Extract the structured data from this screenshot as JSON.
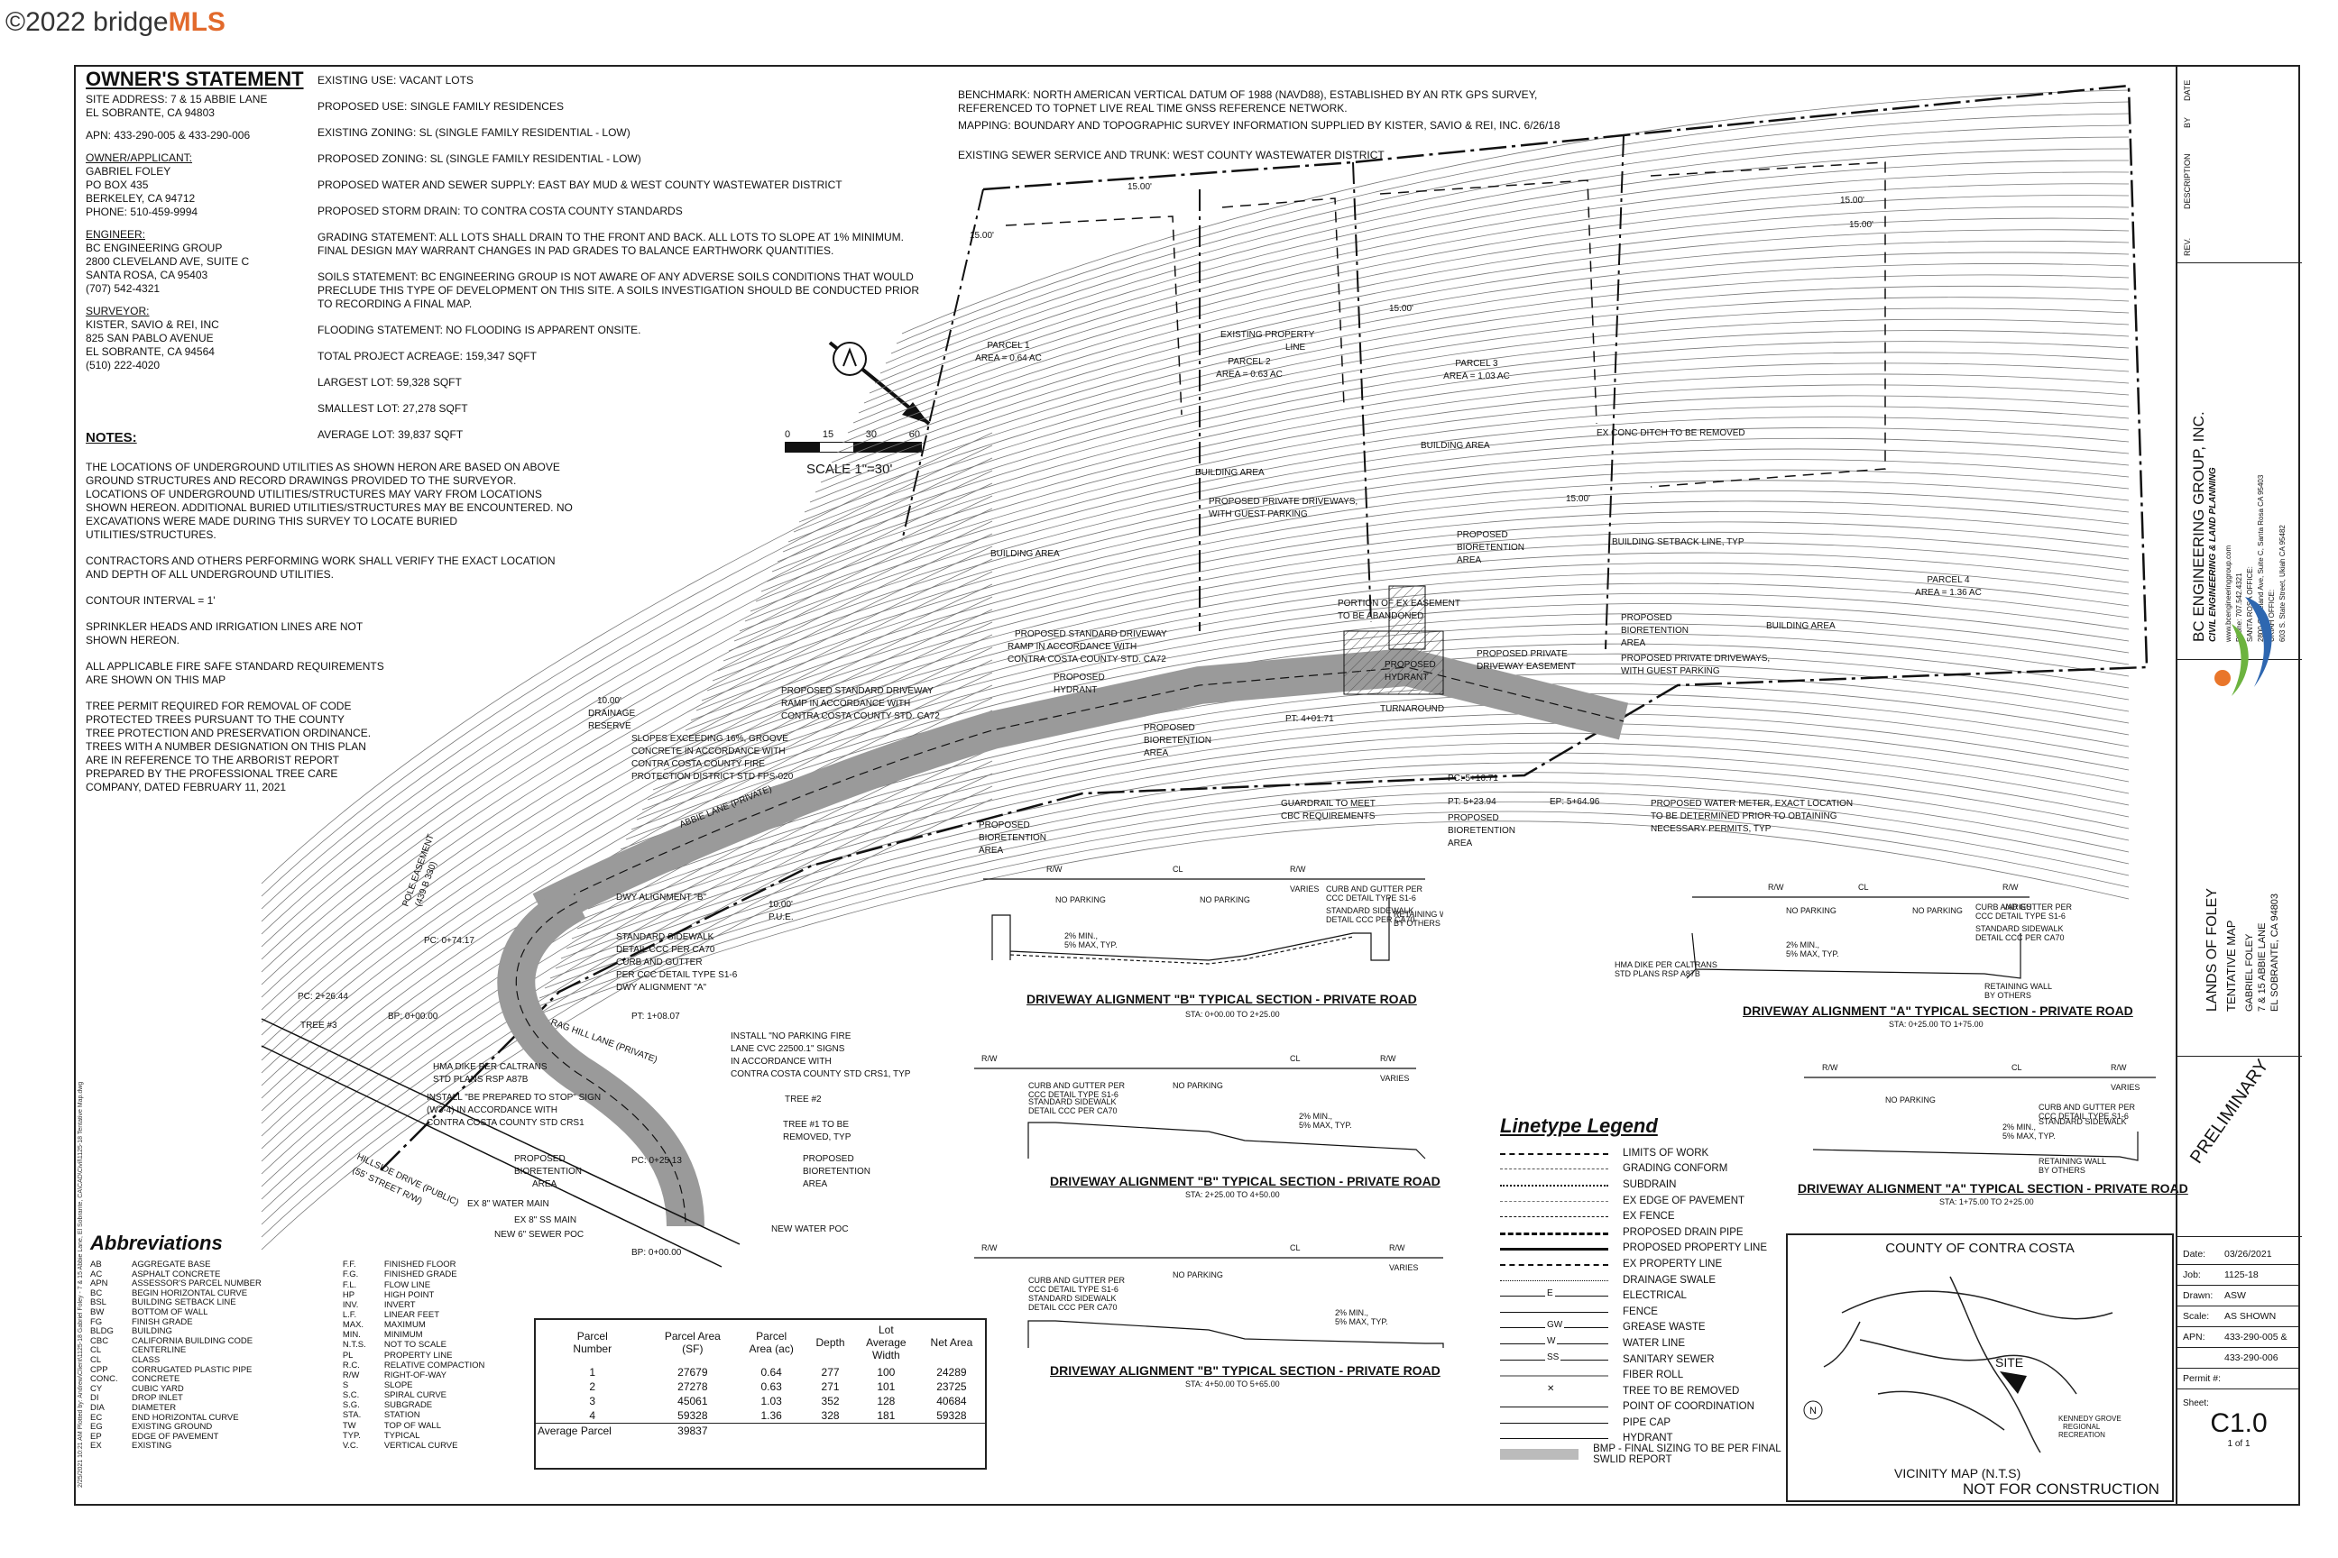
{
  "watermark": {
    "prefix": "©2022 bridge",
    "brand": "MLS"
  },
  "owners_statement": {
    "title": "OWNER'S STATEMENT",
    "site_address": [
      "SITE ADDRESS: 7 & 15 ABBIE LANE",
      "EL SOBRANTE, CA 94803"
    ],
    "apn": "APN: 433-290-005 & 433-290-006",
    "owner_label": "OWNER/APPLICANT:",
    "owner": [
      "GABRIEL FOLEY",
      "PO BOX 435",
      "BERKELEY, CA 94712",
      "PHONE: 510-459-9994"
    ],
    "engineer_label": "ENGINEER:",
    "engineer": [
      "BC ENGINEERING GROUP",
      "2800 CLEVELAND AVE, SUITE C",
      "SANTA ROSA, CA 95403",
      "(707) 542-4321"
    ],
    "surveyor_label": "SURVEYOR:",
    "surveyor": [
      "KISTER, SAVIO & REI, INC",
      "825 SAN PABLO AVENUE",
      "EL SOBRANTE, CA 94564",
      "(510) 222-4020"
    ]
  },
  "project_info": [
    "EXISTING USE: VACANT LOTS",
    "PROPOSED USE: SINGLE FAMILY RESIDENCES",
    "EXISTING ZONING: SL (SINGLE FAMILY RESIDENTIAL - LOW)",
    "PROPOSED ZONING: SL (SINGLE FAMILY RESIDENTIAL - LOW)",
    "PROPOSED WATER AND SEWER SUPPLY: EAST BAY MUD & WEST COUNTY WASTEWATER DISTRICT",
    "PROPOSED STORM DRAIN: TO CONTRA COSTA COUNTY STANDARDS",
    "GRADING STATEMENT: ALL LOTS SHALL DRAIN TO THE FRONT AND BACK. ALL LOTS TO SLOPE AT 1% MINIMUM. FINAL DESIGN MAY WARRANT CHANGES IN PAD GRADES TO BALANCE EARTHWORK QUANTITIES.",
    "SOILS STATEMENT: BC ENGINEERING GROUP IS NOT AWARE OF ANY ADVERSE SOILS CONDITIONS THAT WOULD PRECLUDE THIS TYPE OF DEVELOPMENT ON THIS SITE. A SOILS INVESTIGATION SHOULD BE CONDUCTED PRIOR TO RECORDING A FINAL MAP.",
    "FLOODING STATEMENT: NO FLOODING IS APPARENT ONSITE.",
    "TOTAL PROJECT ACREAGE: 159,347 SQFT",
    "LARGEST LOT: 59,328 SQFT",
    "SMALLEST LOT: 27,278 SQFT",
    "AVERAGE LOT: 39,837 SQFT"
  ],
  "benchmark": [
    "BENCHMARK: NORTH AMERICAN VERTICAL DATUM OF 1988 (NAVD88), ESTABLISHED BY AN RTK GPS SURVEY, REFERENCED TO TOPNET LIVE REAL TIME GNSS REFERENCE NETWORK.",
    "MAPPING: BOUNDARY AND TOPOGRAPHIC SURVEY INFORMATION SUPPLIED BY KISTER, SAVIO & REI, INC. 6/26/18",
    "EXISTING SEWER SERVICE AND TRUNK: WEST COUNTY WASTEWATER DISTRICT"
  ],
  "notes": {
    "title": "NOTES:",
    "items": [
      "THE LOCATIONS OF UNDERGROUND UTILITIES AS SHOWN HERON ARE BASED ON ABOVE GROUND STRUCTURES AND RECORD DRAWINGS PROVIDED TO THE SURVEYOR. LOCATIONS OF UNDERGROUND UTILITIES/STRUCTURES MAY VARY FROM LOCATIONS SHOWN HEREON. ADDITIONAL BURIED UTILITIES/STRUCTURES MAY BE ENCOUNTERED. NO EXCAVATIONS WERE MADE DURING THIS SURVEY TO LOCATE BURIED UTILITIES/STRUCTURES.",
      "CONTRACTORS AND OTHERS PERFORMING WORK SHALL VERIFY THE EXACT LOCATION AND DEPTH OF ALL UNDERGROUND UTILITIES.",
      "CONTOUR INTERVAL = 1'",
      "SPRINKLER HEADS AND IRRIGATION LINES ARE NOT SHOWN HEREON.",
      "ALL APPLICABLE FIRE SAFE STANDARD REQUIREMENTS ARE SHOWN ON THIS MAP",
      "TREE PERMIT REQUIRED FOR REMOVAL OF CODE PROTECTED TREES PURSUANT TO THE COUNTY TREE PROTECTION AND PRESERVATION ORDINANCE. TREES WITH A NUMBER DESIGNATION ON THIS PLAN ARE IN REFERENCE TO THE ARBORIST REPORT PREPARED BY THE PROFESSIONAL TREE CARE COMPANY, DATED FEBRUARY 11, 2021"
    ]
  },
  "scale": {
    "ticks": [
      "0",
      "15",
      "30",
      "60"
    ],
    "label": "SCALE 1\"=30'"
  },
  "plan_labels": {
    "parcel1": [
      "PARCEL 1",
      "AREA = 0.64 AC"
    ],
    "parcel2": [
      "PARCEL 2",
      "AREA = 0.63 AC"
    ],
    "parcel3": [
      "PARCEL 3",
      "AREA = 1.03 AC"
    ],
    "parcel4": [
      "PARCEL 4",
      "AREA = 1.36 AC"
    ],
    "building_area": "BUILDING AREA",
    "existing_property_line": [
      "EXISTING PROPERTY",
      "LINE"
    ],
    "ex_conc_ditch": "EX CONC DITCH TO BE REMOVED",
    "building_setback": "BUILDING SETBACK LINE, TYP",
    "setback": "15.00'",
    "prop_driveways": [
      "PROPOSED PRIVATE DRIVEWAYS,",
      "WITH GUEST PARKING"
    ],
    "prop_bioretention": [
      "PROPOSED",
      "BIORETENTION",
      "AREA"
    ],
    "portion_easement": [
      "PORTION OF EX EASEMENT",
      "TO BE ABANDONED"
    ],
    "prop_hydrant": [
      "PROPOSED",
      "HYDRANT"
    ],
    "prop_driveway_easement": [
      "PROPOSED PRIVATE",
      "DRIVEWAY EASEMENT"
    ],
    "turnaround": "TURNAROUND",
    "ramp_ca72": [
      "PROPOSED STANDARD DRIVEWAY",
      "RAMP IN ACCORDANCE WITH",
      "CONTRA COSTA COUNTY STD. CA72"
    ],
    "slopes_note": [
      "SLOPES EXCEEDING 16%, GROOVE",
      "CONCRETE IN ACCORDANCE WITH",
      "CONTRA COSTA COUNTY FIRE",
      "PROTECTION DISTRICT STD FPS-020"
    ],
    "drainage_reserve": [
      "10.00'",
      "DRAINAGE",
      "RESERVE"
    ],
    "abbie_lane": "ABBIE LANE (PRIVATE)",
    "rag_hill_lane": "RAG HILL LANE (PRIVATE)",
    "hillside_drive": [
      "HILLSIDE DRIVE (PUBLIC)",
      "(55' STREET R/W)"
    ],
    "guardrail": [
      "GUARDRAIL TO MEET",
      "CBC REQUIREMENTS"
    ],
    "water_meter": [
      "PROPOSED WATER METER, EXACT LOCATION",
      "TO BE DETERMINED PRIOR TO OBTAINING",
      "NECESSARY PERMITS, TYP"
    ],
    "sta_pc1": "PC: 5+16.71",
    "sta_pt1": "PT: 5+23.94",
    "sta_ep": "EP: 5+64.96",
    "sta_pt2": "PT: 4+01.71",
    "dwy_b": "DWY ALIGNMENT \"B\"",
    "dwy_a": "DWY ALIGNMENT \"A\"",
    "sidewalk": [
      "STANDARD SIDEWALK",
      "DETAIL CCC PER CA70"
    ],
    "curb": [
      "CURB AND GUTTER",
      "PER CCC DETAIL TYPE S1-6"
    ],
    "no_parking_sign": [
      "INSTALL \"NO PARKING FIRE",
      "LANE CVC 22500.1\" SIGNS",
      "IN ACCORDANCE WITH",
      "CONTRA COSTA COUNTY STD CRS1, TYP"
    ],
    "hma_dike": [
      "HMA DIKE PER CALTRANS",
      "STD PLANS RSP A87B"
    ],
    "stop_sign": [
      "INSTALL \"BE PREPARED TO STOP\" SIGN",
      "(W3-4) IN ACCORDANCE WITH",
      "CONTRA COSTA COUNTY STD CRS1"
    ],
    "tree1": [
      "TREE #1 TO BE",
      "REMOVED, TYP"
    ],
    "tree2": "TREE #2",
    "tree3": "TREE #3",
    "ex_water": "EX 8\" WATER MAIN",
    "ex_ss": "EX 8\" SS MAIN",
    "new_sewer": "NEW 6\" SEWER POC",
    "new_water": "NEW WATER POC",
    "pue": [
      "10.00'",
      "P.U.E."
    ],
    "pole_easement": [
      "POLE EASEMENT",
      "(439 B 330)"
    ],
    "sta_bp": "BP: 0+00.00",
    "sta_pt3": "PT: 1+08.07",
    "sta_pc2": "PC: 2+26.44",
    "sta_pc3": "PC: 0+74.17",
    "sta_pc4": "PC: 0+25.13"
  },
  "sections": [
    {
      "title": "DRIVEWAY ALIGNMENT \"B\" TYPICAL SECTION - PRIVATE ROAD",
      "sta": "STA: 0+00.00 TO 2+25.00"
    },
    {
      "title": "DRIVEWAY ALIGNMENT \"A\" TYPICAL SECTION - PRIVATE ROAD",
      "sta": "STA: 0+25.00 TO 1+75.00"
    },
    {
      "title": "DRIVEWAY ALIGNMENT \"B\" TYPICAL SECTION - PRIVATE ROAD",
      "sta": "STA: 2+25.00 TO 4+50.00"
    },
    {
      "title": "DRIVEWAY ALIGNMENT \"A\" TYPICAL SECTION - PRIVATE ROAD",
      "sta": "STA: 1+75.00 TO 2+25.00"
    },
    {
      "title": "DRIVEWAY ALIGNMENT \"B\" TYPICAL SECTION - PRIVATE ROAD",
      "sta": "STA: 4+50.00 TO 5+65.00"
    }
  ],
  "section_labels": {
    "rw": "R/W",
    "varies": "VARIES",
    "cl": "CL",
    "no_parking": "NO PARKING",
    "slope": [
      "2% MIN.,",
      "5% MAX, TYP."
    ],
    "curb": [
      "CURB AND GUTTER PER",
      "CCC DETAIL TYPE S1-6"
    ],
    "sidewalk": [
      "STANDARD SIDEWALK",
      "DETAIL CCC PER CA70"
    ],
    "retaining": [
      "RETAINING WALL",
      "BY OTHERS"
    ],
    "hma": [
      "HMA DIKE PER CALTRANS",
      "STD PLANS RSP A87B"
    ]
  },
  "abbreviations": {
    "title": "Abbreviations",
    "left": [
      [
        "AB",
        "AGGREGATE BASE"
      ],
      [
        "AC",
        "ASPHALT CONCRETE"
      ],
      [
        "APN",
        "ASSESSOR'S PARCEL NUMBER"
      ],
      [
        "BC",
        "BEGIN HORIZONTAL CURVE"
      ],
      [
        "BSL",
        "BUILDING SETBACK LINE"
      ],
      [
        "BW",
        "BOTTOM OF WALL"
      ],
      [
        "FG",
        "FINISH GRADE"
      ],
      [
        "BLDG",
        "BUILDING"
      ],
      [
        "CBC",
        "CALIFORNIA BUILDING CODE"
      ],
      [
        "CL",
        "CENTERLINE"
      ],
      [
        "CL",
        "CLASS"
      ],
      [
        "CPP",
        "CORRUGATED PLASTIC PIPE"
      ],
      [
        "CONC.",
        "CONCRETE"
      ],
      [
        "CY",
        "CUBIC YARD"
      ],
      [
        "DI",
        "DROP INLET"
      ],
      [
        "DIA",
        "DIAMETER"
      ],
      [
        "EC",
        "END HORIZONTAL CURVE"
      ],
      [
        "EG",
        "EXISTING GROUND"
      ],
      [
        "EP",
        "EDGE OF PAVEMENT"
      ],
      [
        "EX",
        "EXISTING"
      ]
    ],
    "right": [
      [
        "F.F.",
        "FINISHED FLOOR"
      ],
      [
        "F.G.",
        "FINISHED GRADE"
      ],
      [
        "F.L.",
        "FLOW LINE"
      ],
      [
        "HP",
        "HIGH POINT"
      ],
      [
        "INV.",
        "INVERT"
      ],
      [
        "L.F.",
        "LINEAR FEET"
      ],
      [
        "MAX.",
        "MAXIMUM"
      ],
      [
        "MIN.",
        "MINIMUM"
      ],
      [
        "N.T.S.",
        "NOT TO SCALE"
      ],
      [
        "PL",
        "PROPERTY LINE"
      ],
      [
        "R.C.",
        "RELATIVE COMPACTION"
      ],
      [
        "R/W",
        "RIGHT-OF-WAY"
      ],
      [
        "S",
        "SLOPE"
      ],
      [
        "S.C.",
        "SPIRAL CURVE"
      ],
      [
        "S.G.",
        "SUBGRADE"
      ],
      [
        "STA.",
        "STATION"
      ],
      [
        "TW",
        "TOP OF WALL"
      ],
      [
        "TYP.",
        "TYPICAL"
      ],
      [
        "V.C.",
        "VERTICAL CURVE"
      ]
    ]
  },
  "parcel_table": {
    "headers": [
      [
        "Parcel",
        "Number"
      ],
      [
        "Parcel Area",
        "(SF)"
      ],
      [
        "Parcel",
        "Area (ac)"
      ],
      [
        "Depth",
        ""
      ],
      [
        "Lot",
        "Average",
        "Width"
      ],
      [
        "Net Area",
        ""
      ]
    ],
    "rows": [
      [
        "1",
        "27679",
        "0.64",
        "277",
        "100",
        "24289"
      ],
      [
        "2",
        "27278",
        "0.63",
        "271",
        "101",
        "23725"
      ],
      [
        "3",
        "45061",
        "1.03",
        "352",
        "128",
        "40684"
      ],
      [
        "4",
        "59328",
        "1.36",
        "328",
        "181",
        "59328"
      ]
    ],
    "average_label": "Average Parcel",
    "average_value": "39837"
  },
  "linetype_legend": {
    "title": "Linetype Legend",
    "items": [
      "LIMITS OF WORK",
      "GRADING CONFORM",
      "SUBDRAIN",
      "EX EDGE OF PAVEMENT",
      "EX FENCE",
      "PROPOSED DRAIN PIPE",
      "PROPOSED PROPERTY LINE",
      "EX PROPERTY LINE",
      "DRAINAGE SWALE",
      "ELECTRICAL",
      "FENCE",
      "GREASE WASTE",
      "WATER LINE",
      "SANITARY SEWER",
      "FIBER ROLL",
      "TREE TO BE REMOVED",
      "POINT OF COORDINATION",
      "PIPE CAP",
      "HYDRANT",
      "BMP - FINAL SIZING TO BE PER FINAL SWLID REPORT"
    ],
    "symbols": {
      "electrical": "E",
      "grease": "GW",
      "water": "W",
      "sewer": "SS",
      "x": "✕"
    }
  },
  "vicinity": {
    "title": "COUNTY OF CONTRA COSTA",
    "caption": "VICINITY MAP (N.T.S)",
    "site": "SITE",
    "park": [
      "KENNEDY GROVE",
      "REGIONAL",
      "RECREATION"
    ],
    "north": "N"
  },
  "not_for_construction": "NOT FOR CONSTRUCTION",
  "title_block": {
    "rev_headers": [
      "REV.",
      "DESCRIPTION",
      "BY",
      "DATE"
    ],
    "company": "BC ENGINEERING GROUP, INC.",
    "tagline": "CIVIL ENGINEERING & LAND PLANNING",
    "web": "www.bcengineeringgroup.com",
    "phone": "Phone: 707.542.4321",
    "office1": "SANTA ROSA OFFICE:",
    "addr1": "2800 Cleveland Ave, Suite C, Santa Rosa CA 95403",
    "office2": "UKIAH OFFICE:",
    "addr2": "603 S. State Street, Ukiah CA 95482",
    "project": "LANDS OF FOLEY",
    "map_type": "TENTATIVE MAP",
    "client": "GABRIEL FOLEY",
    "addr3": "7 & 15 ABBIE LANE",
    "addr4": "EL SOBRANTE, CA 94803",
    "stamp": "PRELIMINARY",
    "meta": [
      [
        "Date:",
        "03/26/2021"
      ],
      [
        "Job:",
        "1125-18"
      ],
      [
        "Drawn:",
        "ASW"
      ],
      [
        "Scale:",
        "AS SHOWN"
      ],
      [
        "APN:",
        "433-290-005 &"
      ],
      [
        "",
        "433-290-006"
      ],
      [
        "Permit #:",
        ""
      ]
    ],
    "sheet_label": "Sheet:",
    "sheet": "C1.0",
    "sheet_of": "1 of 1"
  },
  "file_path": "2/25/2021 10:21 AM   Plotted by: Andrew\\Client\\1125-18 Gabriel Foley - 7 & 15 Abbie Lane, El Sobrante, CA\\CAD\\Civil\\1125-18 Tentative Map.dwg"
}
